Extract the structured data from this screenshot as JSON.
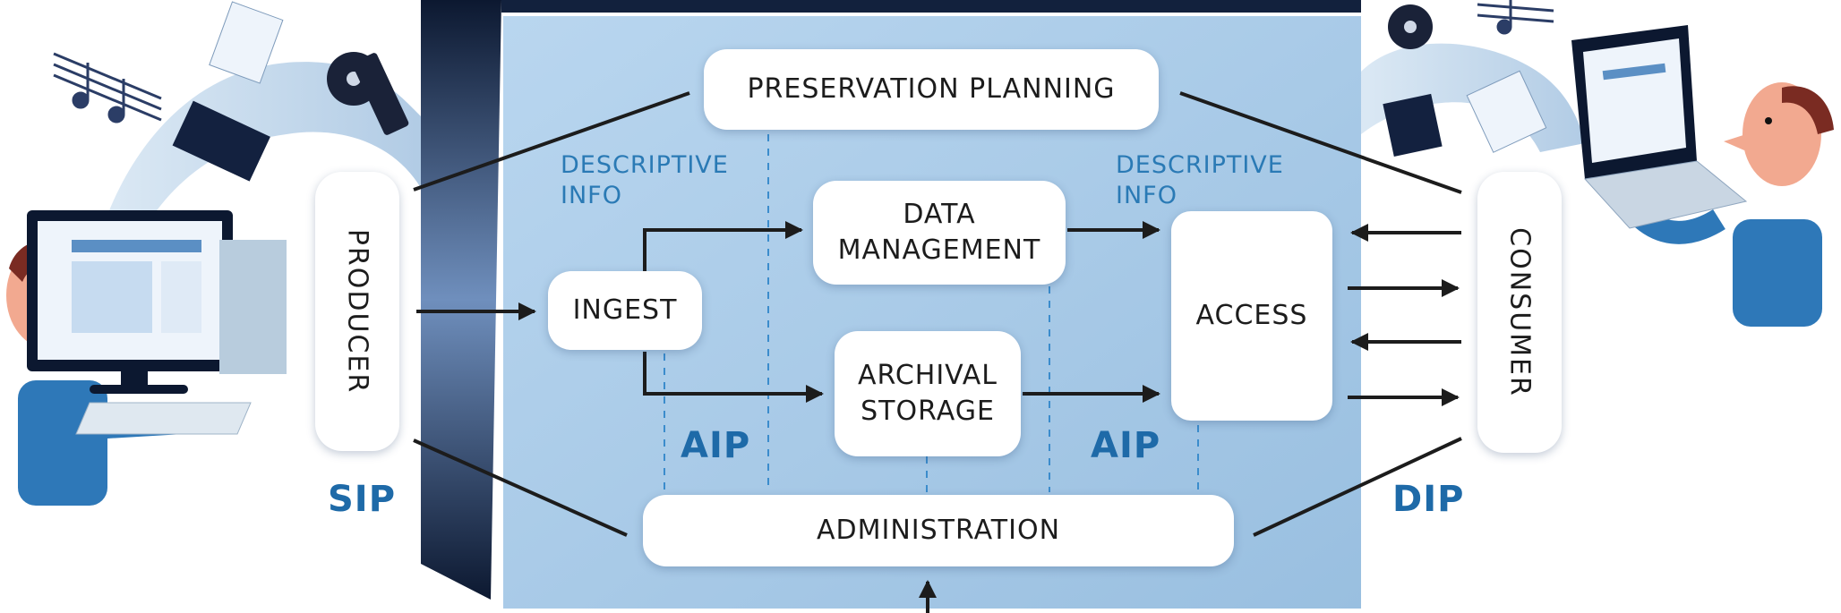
{
  "boxes": {
    "preservation_planning": "PRESERVATION PLANNING",
    "data_management": [
      "DATA",
      "MANAGEMENT"
    ],
    "ingest": "INGEST",
    "archival_storage": [
      "ARCHIVAL",
      "STORAGE"
    ],
    "access": "ACCESS",
    "administration": "ADMINISTRATION"
  },
  "actors": {
    "producer": "PRODUCER",
    "consumer": "CONSUMER"
  },
  "labels": {
    "descriptive_info_left": [
      "DESCRIPTIVE",
      "INFO"
    ],
    "descriptive_info_right": [
      "DESCRIPTIVE",
      "INFO"
    ],
    "aip_left": "AIP",
    "aip_right": "AIP",
    "sip": "SIP",
    "dip": "DIP"
  },
  "colors": {
    "archive_panel": "#a9cbe8",
    "label_blue": "#1e6aa8",
    "descriptive_blue": "#2a7ab5",
    "line": "#1c1c1c",
    "wall_dark": "#0e1b33"
  }
}
